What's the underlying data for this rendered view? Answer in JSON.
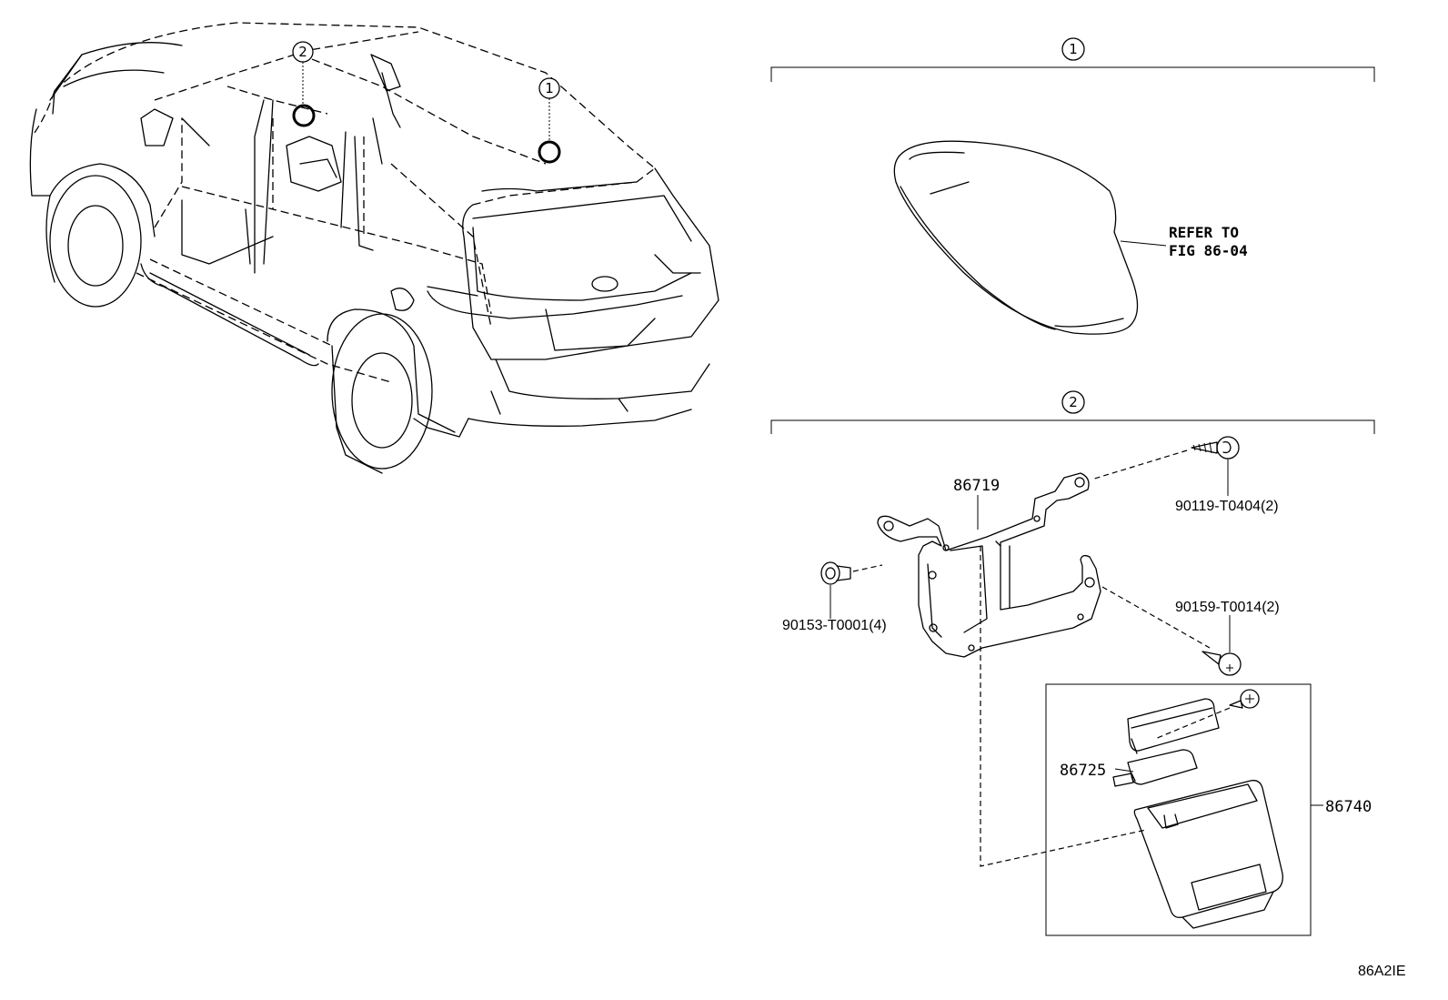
{
  "callouts": {
    "one": "1",
    "two": "2"
  },
  "sections": {
    "one": {
      "number": "1",
      "refer_line1": "REFER TO",
      "refer_line2": "FIG 86-04"
    },
    "two": {
      "number": "2"
    }
  },
  "parts": {
    "bracket": "86719",
    "bolt_top": "90119-T0404(2)",
    "nut_left": "90153-T0001(4)",
    "screw_right": "90159-T0014(2)",
    "module_inner": "86725",
    "module_assy": "86740"
  },
  "figure_code": "86A2IE"
}
